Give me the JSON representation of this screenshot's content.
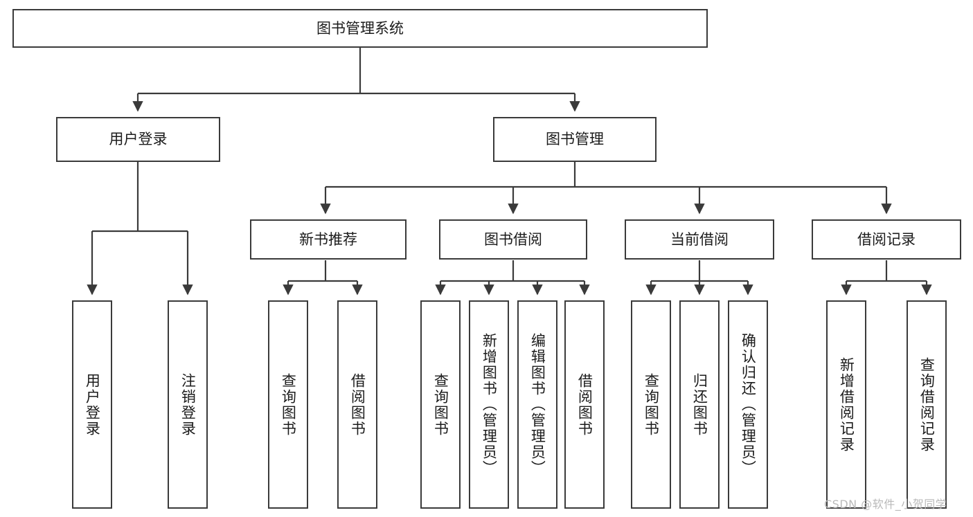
{
  "diagram": {
    "title": "图书管理系统",
    "type": "hierarchy-tree",
    "root": {
      "label": "图书管理系统"
    },
    "level2": [
      {
        "label": "用户登录"
      },
      {
        "label": "图书管理"
      }
    ],
    "level3": [
      {
        "label": "新书推荐"
      },
      {
        "label": "图书借阅"
      },
      {
        "label": "当前借阅"
      },
      {
        "label": "借阅记录"
      }
    ],
    "leaves": {
      "user_login": [
        {
          "label": "用户登录"
        },
        {
          "label": "注销登录"
        }
      ],
      "new_book": [
        {
          "label": "查询图书"
        },
        {
          "label": "借阅图书"
        }
      ],
      "book_borrow": [
        {
          "label": "查询图书"
        },
        {
          "label": "新增图书（管理员）"
        },
        {
          "label": "编辑图书（管理员）"
        },
        {
          "label": "借阅图书"
        }
      ],
      "current_borrow": [
        {
          "label": "查询图书"
        },
        {
          "label": "归还图书"
        },
        {
          "label": "确认归还（管理员）"
        }
      ],
      "borrow_record": [
        {
          "label": "新增借阅记录"
        },
        {
          "label": "查询借阅记录"
        }
      ]
    }
  },
  "watermark": {
    "text": "CSDN @软件_小贺同学"
  },
  "colors": {
    "stroke": "#3a3a3a",
    "text": "#1b1b1b",
    "background": "#ffffff",
    "watermark": "#b9b9b9"
  }
}
